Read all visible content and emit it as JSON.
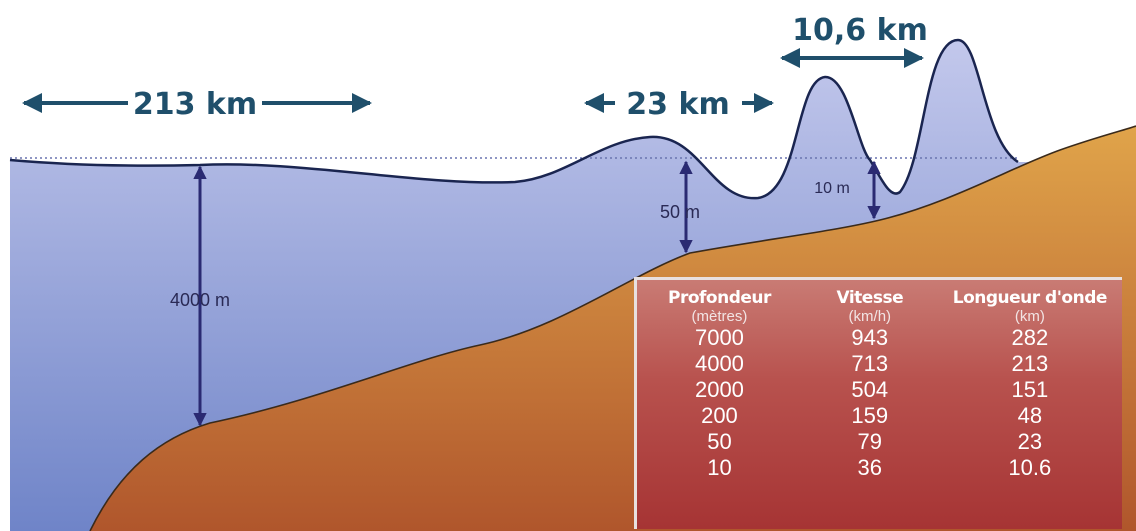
{
  "wavelength_labels": {
    "ocean": "213 km",
    "shelf": "23 km",
    "coast": "10,6 km"
  },
  "depth_labels": {
    "ocean": "4000 m",
    "shelf": "50 m",
    "coast": "10 m"
  },
  "table": {
    "headers": [
      "Profondeur",
      "Vitesse",
      "Longueur d'onde"
    ],
    "units": [
      "(mètres)",
      "(km/h)",
      "(km)"
    ],
    "rows": [
      {
        "depth": "7000",
        "speed": "943",
        "wavelength": "282"
      },
      {
        "depth": "4000",
        "speed": "713",
        "wavelength": "213"
      },
      {
        "depth": "2000",
        "speed": "504",
        "wavelength": "151"
      },
      {
        "depth": "200",
        "speed": "159",
        "wavelength": "48"
      },
      {
        "depth": "50",
        "speed": "79",
        "wavelength": "23"
      },
      {
        "depth": "10",
        "speed": "36",
        "wavelength": "10.6"
      }
    ]
  },
  "colors": {
    "water_top": "#c3c8ec",
    "water_bottom": "#6f84c8",
    "seabed_top": "#e0a44a",
    "seabed_bottom": "#b0562c",
    "outline": "#1a2550",
    "arrow": "#1f4f6b",
    "depth_arrow": "#2a2a72",
    "table_bg": "#b04040"
  }
}
